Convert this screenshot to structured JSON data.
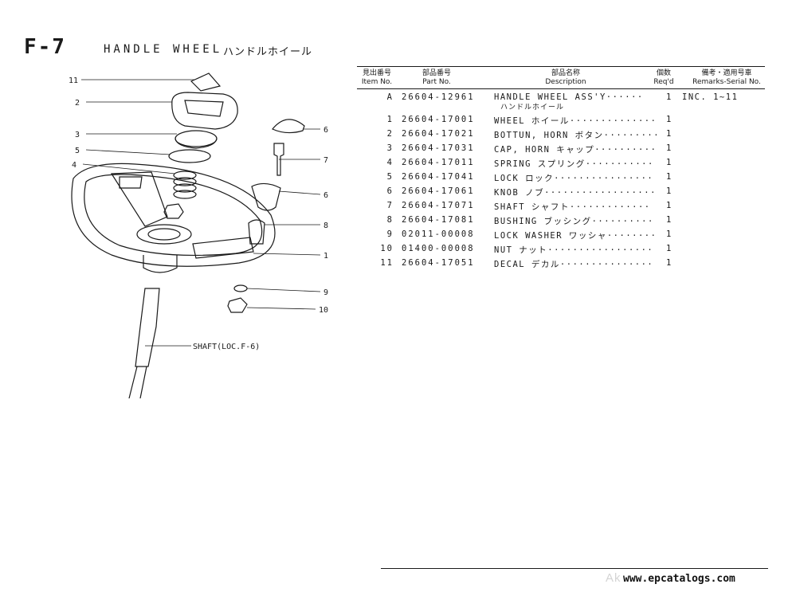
{
  "header": {
    "code": "F-7",
    "title": "HANDLE WHEEL",
    "title_jp": "ハンドルホイール"
  },
  "table": {
    "columns": [
      {
        "jp": "見出番号",
        "en": "Item No."
      },
      {
        "jp": "部品番号",
        "en": "Part No."
      },
      {
        "jp": "部品名称",
        "en": "Description"
      },
      {
        "jp": "個数",
        "en": "Req'd"
      },
      {
        "jp": "備考・適用号車",
        "en": "Remarks-Serial No."
      }
    ],
    "rows": [
      {
        "item": "A",
        "part": "26604-12961",
        "desc": "HANDLE WHEEL ASS'Y······",
        "desc_jp": "ハンドルホイール",
        "qty": "1",
        "remarks": "INC. 1~11"
      },
      {
        "item": "1",
        "part": "26604-17001",
        "desc": "WHEEL ホイール··············",
        "qty": "1",
        "remarks": ""
      },
      {
        "item": "2",
        "part": "26604-17021",
        "desc": "BOTTUN, HORN ボタン·········",
        "qty": "1",
        "remarks": ""
      },
      {
        "item": "3",
        "part": "26604-17031",
        "desc": "CAP, HORN キャップ··········",
        "qty": "1",
        "remarks": ""
      },
      {
        "item": "4",
        "part": "26604-17011",
        "desc": "SPRING スプリング···········",
        "qty": "1",
        "remarks": ""
      },
      {
        "item": "5",
        "part": "26604-17041",
        "desc": "LOCK ロック················",
        "qty": "1",
        "remarks": ""
      },
      {
        "item": "6",
        "part": "26604-17061",
        "desc": "KNOB ノブ··················",
        "qty": "1",
        "remarks": ""
      },
      {
        "item": "7",
        "part": "26604-17071",
        "desc": "SHAFT シャフト·············",
        "qty": "1",
        "remarks": ""
      },
      {
        "item": "8",
        "part": "26604-17081",
        "desc": "BUSHING ブッシング··········",
        "qty": "1",
        "remarks": ""
      },
      {
        "item": "9",
        "part": "02011-00008",
        "desc": "LOCK WASHER ワッシャ········",
        "qty": "1",
        "remarks": ""
      },
      {
        "item": "10",
        "part": "01400-00008",
        "desc": "NUT ナット·················",
        "qty": "1",
        "remarks": ""
      },
      {
        "item": "11",
        "part": "26604-17051",
        "desc": "DECAL デカル···············",
        "qty": "1",
        "remarks": ""
      }
    ]
  },
  "diagram": {
    "callouts": [
      "11",
      "2",
      "3",
      "5",
      "4",
      "6",
      "7",
      "6",
      "8",
      "1",
      "9",
      "10"
    ],
    "shaft_label": "SHAFT(LOC.F-6)"
  },
  "footer": {
    "watermark": "Ak",
    "website": "www.epcatalogs.com"
  }
}
